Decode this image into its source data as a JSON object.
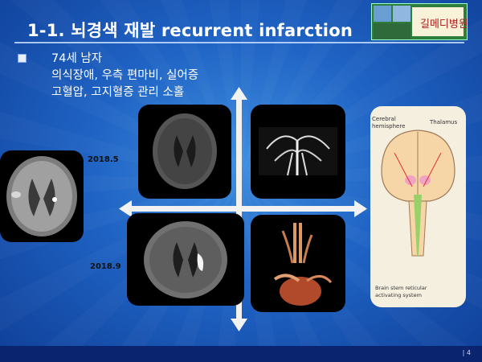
{
  "slide": {
    "title": "1-1. 뇌경색 재발 recurrent infarction",
    "bullets": [
      "74세 남자",
      "의식장애, 우측 편마비, 실어증",
      "고혈압, 고지혈증 관리 소홀"
    ],
    "labels": {
      "date_top": "2018.5",
      "date_bottom": "2018.9"
    },
    "diagram": {
      "cerebral": "Cerebral",
      "hemisphere": "hemisphere",
      "thalamus": "Thalamus",
      "brainstem_1": "Brain stem reticular",
      "brainstem_2": "activating system"
    },
    "logo": {
      "hospital_name": "길메디병원"
    },
    "page_number": "| 4"
  }
}
